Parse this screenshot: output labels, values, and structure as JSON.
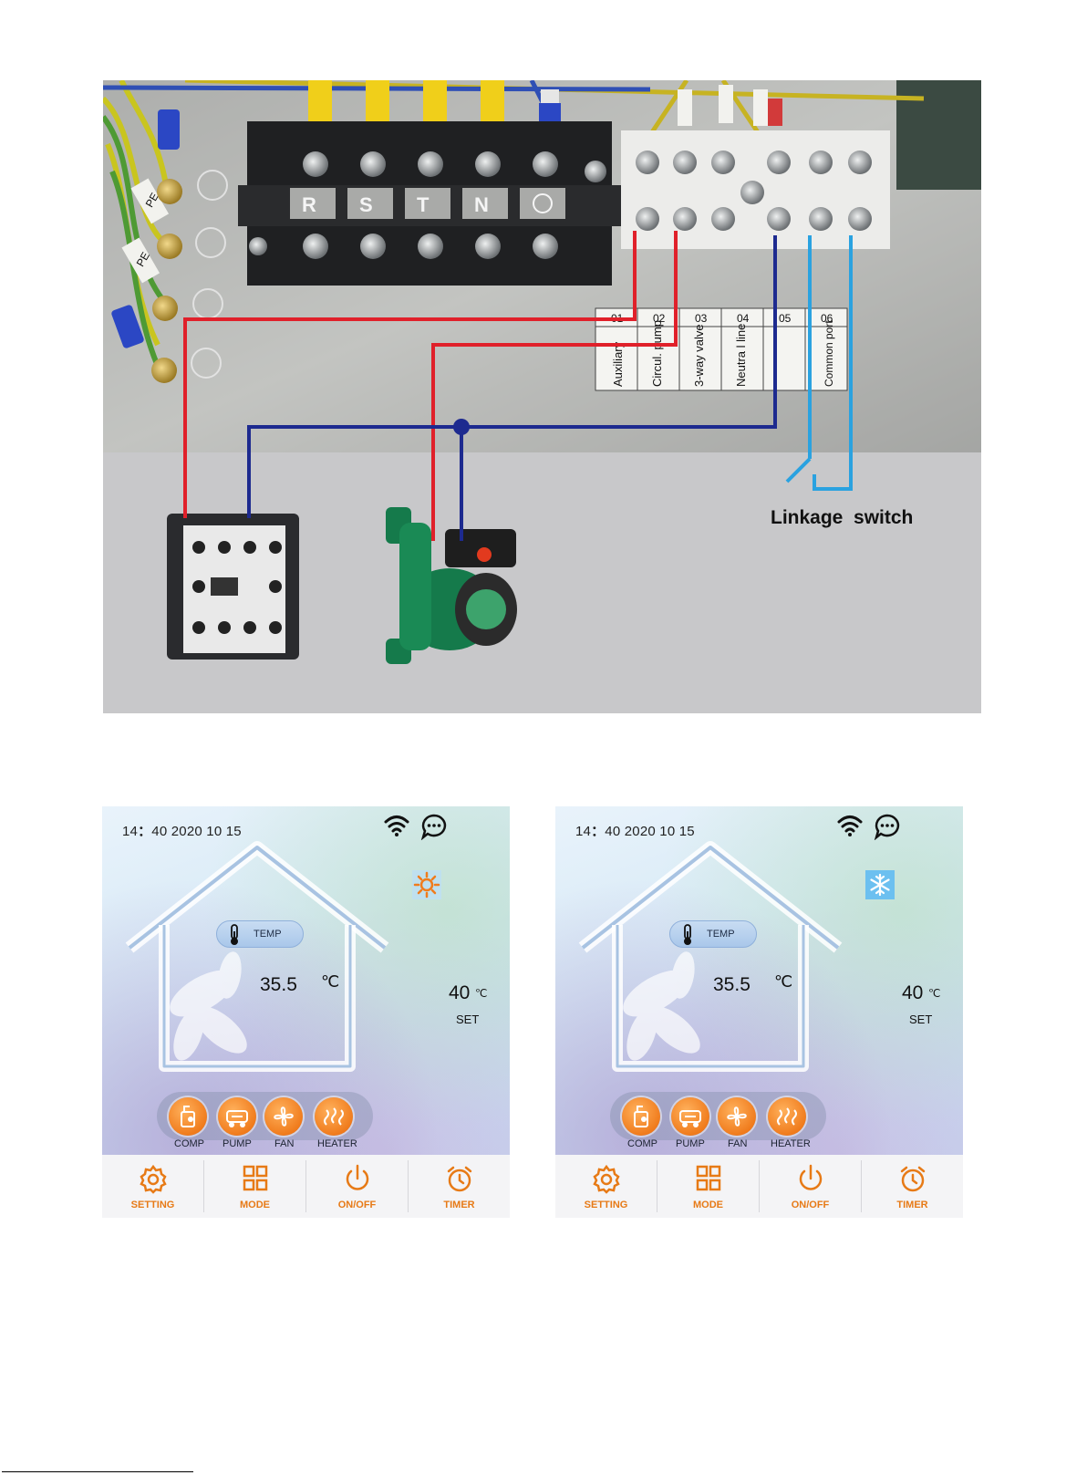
{
  "wiring": {
    "terminal_letters": [
      "R",
      "S",
      "T",
      "N"
    ],
    "table_numbers": [
      "01",
      "02",
      "03",
      "04",
      "05",
      "06"
    ],
    "table_labels": [
      "Auxiliary",
      "Circul. pump",
      "3-way valve",
      "Neutra l line",
      "",
      "Common port"
    ],
    "pe_tags": [
      "PE",
      "PE"
    ],
    "linkage_switch_label": "Linkage  switch",
    "wire_colors": {
      "live": "#e0202a",
      "neutral": "#1d2a8f",
      "switch": "#2aa2e0"
    }
  },
  "screens": [
    {
      "time": "14",
      "time_colon": "：",
      "time_rest": "40 2020 10 15",
      "mode_icon": "sun-icon",
      "temp_label": "TEMP",
      "current_temp": "35.5",
      "current_unit": "℃",
      "set_temp": "40",
      "set_unit": "℃",
      "set_label": "SET",
      "devices": [
        "COMP",
        "PUMP",
        "FAN",
        "HEATER"
      ],
      "nav": [
        "SETTING",
        "MODE",
        "ON/OFF",
        "TIMER"
      ]
    },
    {
      "time": "14",
      "time_colon": "：",
      "time_rest": "40 2020 10 15",
      "mode_icon": "snowflake-icon",
      "temp_label": "TEMP",
      "current_temp": "35.5",
      "current_unit": "℃",
      "set_temp": "40",
      "set_unit": "℃",
      "set_label": "SET",
      "devices": [
        "COMP",
        "PUMP",
        "FAN",
        "HEATER"
      ],
      "nav": [
        "SETTING",
        "MODE",
        "ON/OFF",
        "TIMER"
      ]
    }
  ],
  "colors": {
    "accent_orange": "#ef7d1c",
    "nav_text": "#e77a16"
  }
}
